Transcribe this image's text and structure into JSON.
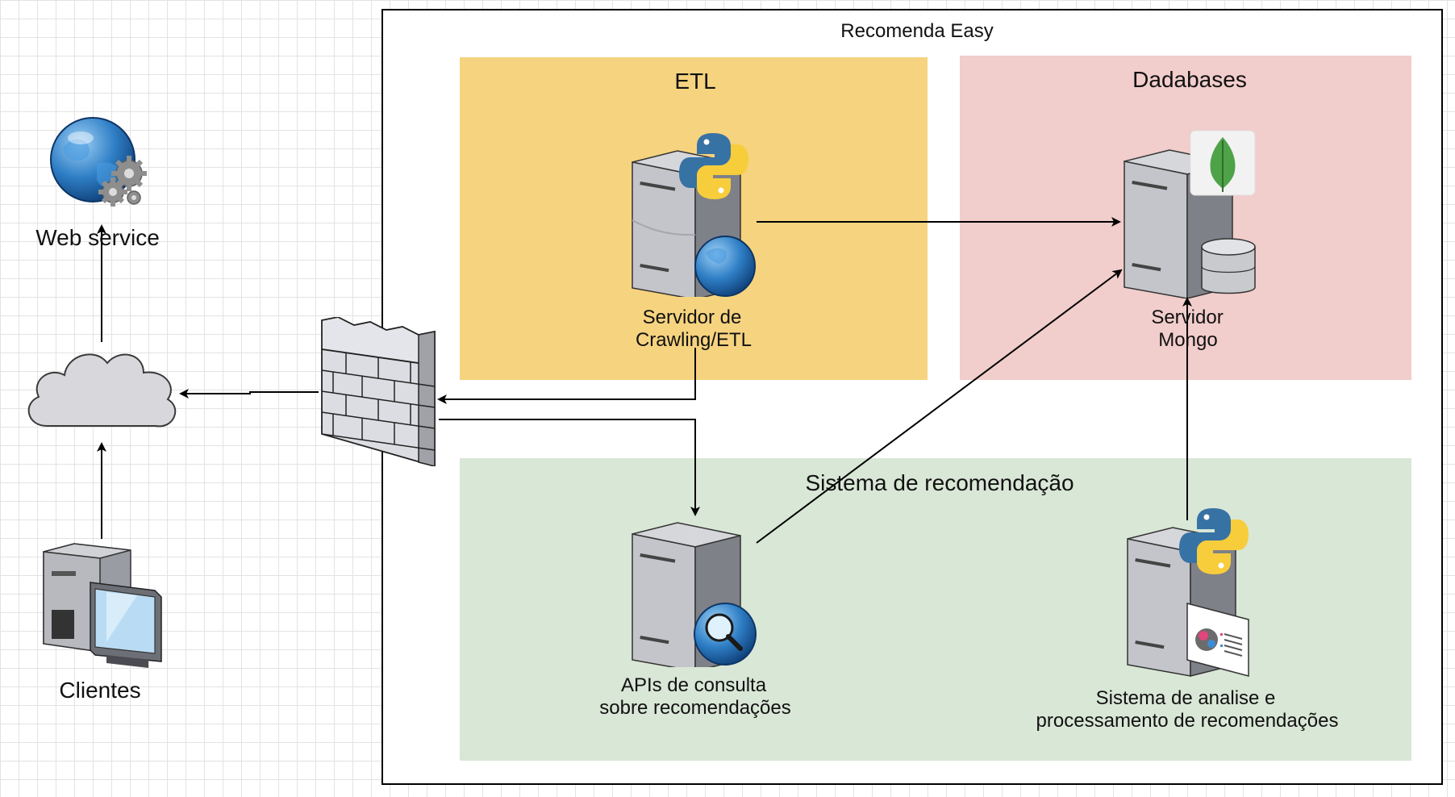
{
  "diagram": {
    "container_title": "Recomenda Easy",
    "zones": {
      "etl": {
        "title": "ETL",
        "color": "#f6d37f"
      },
      "databases": {
        "title": "Dadabases",
        "color": "#f1cdcb"
      },
      "recommendation": {
        "title": "Sistema de recomendação",
        "color": "#d9e7d6"
      }
    },
    "nodes": {
      "web_service": {
        "label": "Web service",
        "icon": "globe-gears-icon"
      },
      "internet": {
        "icon": "cloud-icon"
      },
      "clients": {
        "label": "Clientes",
        "icon": "desktop-computer-icon"
      },
      "firewall": {
        "icon": "firewall-brick-wall-icon"
      },
      "crawler": {
        "label_line1": "Servidor de",
        "label_line2": "Crawling/ETL",
        "icon": "server-python-globe-icon"
      },
      "mongo": {
        "label_line1": "Servidor",
        "label_line2": "Mongo",
        "icon": "server-mongodb-database-icon"
      },
      "query_api": {
        "label_line1": "APIs de consulta",
        "label_line2": "sobre recomendações",
        "icon": "server-search-icon"
      },
      "analysis": {
        "label_line1": "Sistema de analise e",
        "label_line2": "processamento de recomendações",
        "icon": "server-python-report-icon"
      }
    },
    "edges": [
      {
        "from": "clients",
        "to": "internet"
      },
      {
        "from": "internet",
        "to": "web_service"
      },
      {
        "from": "firewall",
        "to": "internet"
      },
      {
        "from": "crawler",
        "to": "firewall"
      },
      {
        "from": "firewall",
        "to": "query_api"
      },
      {
        "from": "crawler",
        "to": "mongo"
      },
      {
        "from": "query_api",
        "to": "mongo"
      },
      {
        "from": "analysis",
        "to": "mongo"
      }
    ],
    "colors": {
      "globe": "#2f7fc6",
      "python_blue": "#3772a4",
      "python_yellow": "#f7cd3b",
      "mongo_green": "#4ea248"
    }
  }
}
